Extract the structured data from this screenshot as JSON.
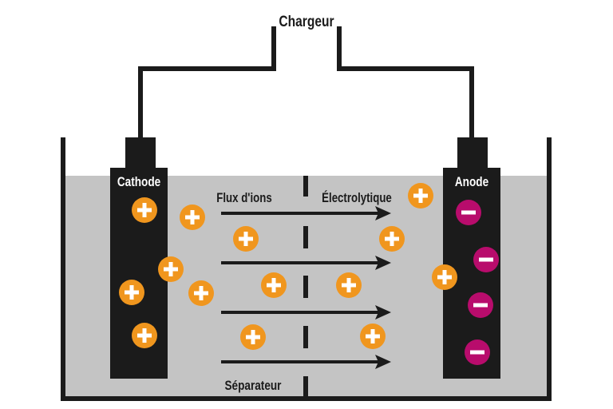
{
  "title": "Battery charging diagram",
  "labels": {
    "charger": "Chargeur",
    "cathode": "Cathode",
    "anode": "Anode",
    "ion_flow_1": "Flux d'ions",
    "ion_flow_2": "Électrolytique",
    "separator": "Séparateur"
  },
  "ions": {
    "positive_symbol": "+",
    "negative_symbol": "−",
    "positive_count": 14,
    "negative_count": 4
  },
  "colors": {
    "frame": "#1b1b1b",
    "electrolyte": "#c4c4c4",
    "positive_ion": "#f0961e",
    "negative_ion": "#b80c6c",
    "electrode_text": "#ffffff",
    "label_text": "#1b1b1b"
  },
  "arrows": {
    "count": 4,
    "direction": "right"
  }
}
